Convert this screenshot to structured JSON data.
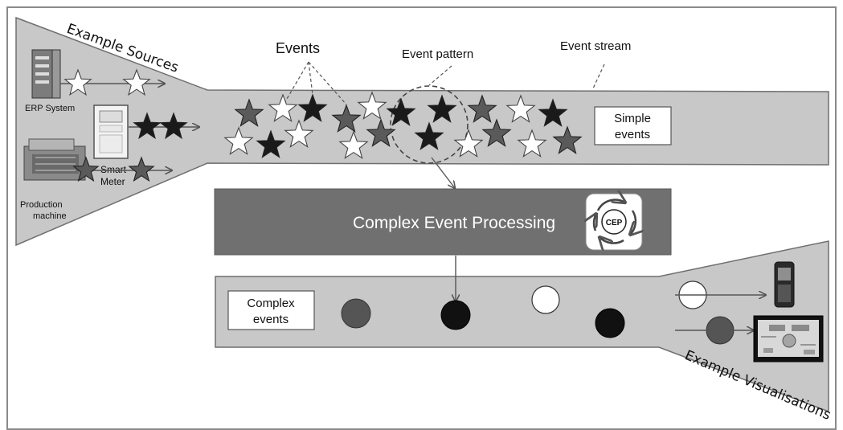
{
  "labels": {
    "example_sources": "Example Sources",
    "events": "Events",
    "event_pattern": "Event pattern",
    "event_stream": "Event stream",
    "erp_system": "ERP System",
    "smart_meter_line1": "Smart",
    "smart_meter_line2": "Meter",
    "production_line1": "Production",
    "production_line2": "machine",
    "simple_events_line1": "Simple",
    "simple_events_line2": "events",
    "cep_title": "Complex Event Processing",
    "cep_badge": "CEP",
    "complex_events_line1": "Complex",
    "complex_events_line2": "events",
    "example_visualisations": "Example Visualisations"
  },
  "colors": {
    "frame": "#8a8a8a",
    "band_fill": "#c8c8c8",
    "band_stroke": "#6f6f6f",
    "cep_fill": "#707070",
    "star_white": "#ffffff",
    "star_black": "#1a1a1a",
    "star_gray": "#5a5a5a",
    "circle_gray": "#555555",
    "circle_black": "#111111",
    "circle_white": "#ffffff"
  },
  "icons": {
    "erp": "server-icon",
    "meter": "smart-meter-icon",
    "machine": "production-machine-icon",
    "cep": "cep-cycle-icon",
    "handheld": "handheld-device-icon",
    "dashboard": "dashboard-screen-icon"
  }
}
